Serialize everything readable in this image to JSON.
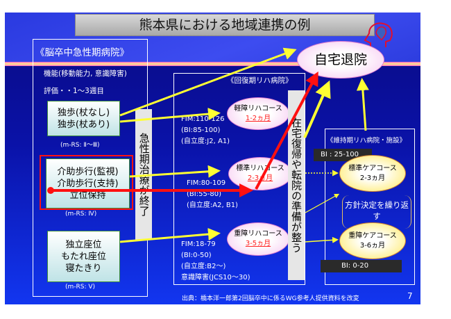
{
  "title": "熊本県における地域連携の例",
  "home_discharge": "自宅退院",
  "acute": {
    "header": "《脳卒中急性期病院》",
    "function": "機能(移動能力, 意識障害)",
    "evaluation": "評価・・1〜3週目",
    "box1": [
      "独歩(杖なし)",
      "独歩(杖あり)"
    ],
    "box1_rs": "(m-RS: Ⅱ〜Ⅲ)",
    "box2": [
      "介助歩行(監視)",
      "介助歩行(支持)",
      "立位保持"
    ],
    "box2_rs": "(m-RS: Ⅳ)",
    "box3": [
      "独立座位",
      "もたれ座位",
      "寝たきり"
    ],
    "box3_rs": "(m-RS: Ⅴ)",
    "vertical": "急性期治療が終了"
  },
  "recovery": {
    "header": "《回復期リハ病院》",
    "courses": [
      {
        "name": "軽障リハコース",
        "period": "1-2ヵ月",
        "fim": "FIM:110-126",
        "bi": "(BI:85-100)",
        "level": "(自立度:J2, A1)"
      },
      {
        "name": "標準リハコース",
        "period": "2-3ヵ月",
        "fim": "FIM:80-109",
        "bi": "(BI:55-80)",
        "level": "(自立度:A2, B1)"
      },
      {
        "name": "重障リハコース",
        "period": "3-5ヵ月",
        "fim": "FIM:18-79",
        "bi": "(BI:0-50)",
        "level": "(自立度:B2〜)",
        "extra": "意識障害(JCS10〜30)"
      }
    ],
    "vertical": "在宅復帰や転院の準備が整う"
  },
  "maintenance": {
    "header": "《維持期リハ病院・施設》",
    "bi_high": "BI : 25-100",
    "standard": {
      "name": "標準ケアコース",
      "period": "2-3ヵ月"
    },
    "policy": "方針決定を繰り返す",
    "severe": {
      "name": "重障ケアコース",
      "period": "3-6ヵ月"
    },
    "bi_low": "BI: 0-20"
  },
  "footer": {
    "source": "出典：橋本洋一郎第2回脳卒中に係るWG参考人提供資料を改変",
    "page": "7"
  },
  "colors": {
    "arrow_yellow": "#ffff33",
    "arrow_red": "#ff1010"
  }
}
